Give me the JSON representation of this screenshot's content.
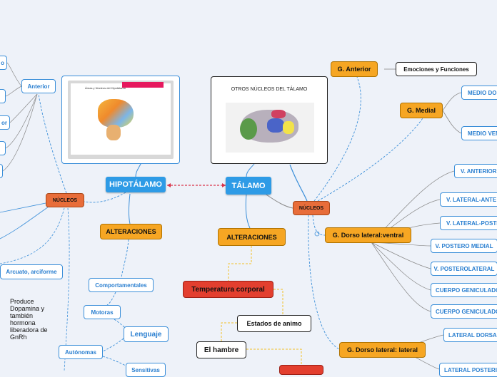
{
  "central": {
    "talamo": "TÁLAMO",
    "hipotalamo": "HIPOTÁLAMO"
  },
  "talamo_branch": {
    "image_title": "OTROS NÚCLEOS DEL TÁLAMO",
    "nucleos": "NÚCLEOS",
    "alteraciones": "ALTERACIONES",
    "temperatura": "Temperatura corporal",
    "estados": "Estados de animo",
    "hambre": "El hambre",
    "g_anterior": "G. Anterior",
    "emociones": "Emociones y Funciones",
    "g_medial": "G. Medial",
    "medio_dor": "MEDIO DOR",
    "medio_ven": "MEDIO VEN",
    "g_dorso_lv": "G. Dorso lateral:ventral",
    "v_anterior": "V. ANTERIOR",
    "v_lateral_ante": "V. LATERAL-ANTE",
    "v_lateral_poste": "V. LATERAL-POSTE",
    "v_postero_medial": "V. POSTERO MEDIAL",
    "v_posterolateral": "V. POSTEROLATERAL",
    "cuerpo_gen_1": "CUERPO GENICULADO",
    "cuerpo_gen_2": "CUERPO GENICULADO",
    "g_dorso_l": "G. Dorso lateral: lateral",
    "lateral_dorsal": "LATERAL DORSAL",
    "lateral_posteri": "LATERAL POSTERI"
  },
  "hipo_branch": {
    "image_title": "Áreas y Núcleos del Hipotálamo",
    "nucleos": "NÚCLEOS",
    "anterior": "Anterior",
    "arcuato": "Arcuato, arciforme",
    "note": "Produce\nDopamina y\ntambién\nhormona\nliberadora de\nGnRh",
    "alteraciones": "ALTERACIONES",
    "comportamentales": "Comportamentales",
    "motoras": "Motoras",
    "lenguaje": "Lenguaje",
    "autonomas": "Autónomas",
    "sensitivas": "Sensitivas",
    "left_1": "o",
    "left_3": "or"
  },
  "colors": {
    "accent": "#2e9be6",
    "edge_blue": "#3b8fd9",
    "edge_red": "#d9334a",
    "edge_yellow": "#f2c028",
    "edge_gray": "#8a8a8a"
  }
}
